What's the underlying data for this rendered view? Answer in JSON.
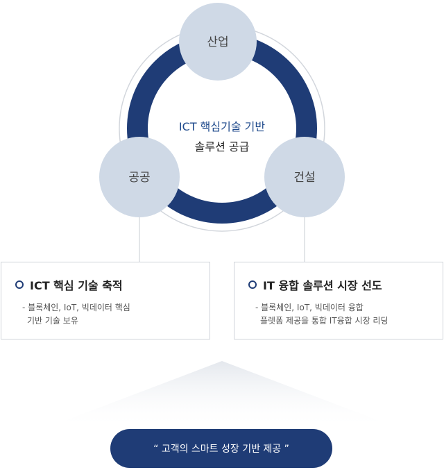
{
  "diagram": {
    "center_line1": "ICT 핵심기술 기반",
    "center_line2": "솔루션 공급",
    "node_top": "산업",
    "node_left": "공공",
    "node_right": "건설"
  },
  "cards": [
    {
      "title": "ICT 핵심 기술 축적",
      "lines": [
        "- 블록체인, IoT, 빅데이터 핵심",
        "기반 기술 보유"
      ]
    },
    {
      "title": "IT 융합 솔루션 시장 선도",
      "lines": [
        "- 블록체인, IoT, 빅데이터 융합",
        "플렛폼 제공을 통합 IT융합 시장 리딩"
      ]
    }
  ],
  "goal": "“ 고객의 스마트 성장 기반 제공 ”",
  "colors": {
    "ring": "#1f3c76",
    "node": "#cfd9e6",
    "pill": "#1f3c76",
    "accent_text": "#1f4a8c"
  }
}
